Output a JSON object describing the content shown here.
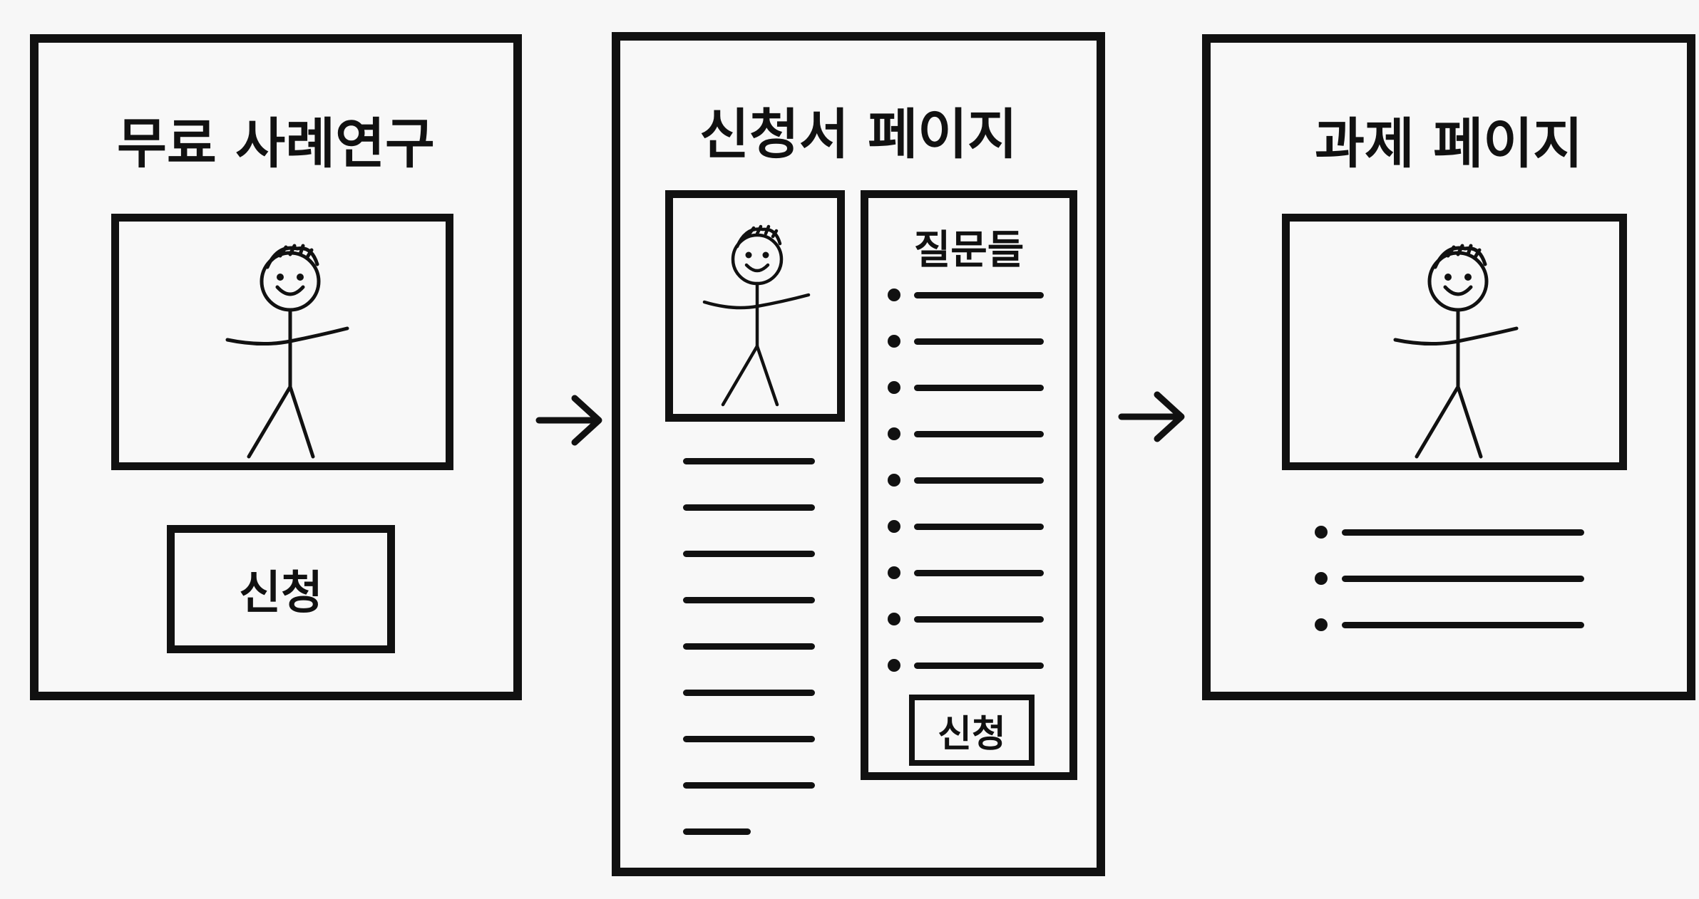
{
  "panels": {
    "free_case_study": {
      "title": "무료 사례연구",
      "button_label": "신청"
    },
    "application_page": {
      "title": "신청서 페이지",
      "questions_title": "질문들",
      "button_label": "신청"
    },
    "assignment_page": {
      "title": "과제 페이지"
    }
  }
}
